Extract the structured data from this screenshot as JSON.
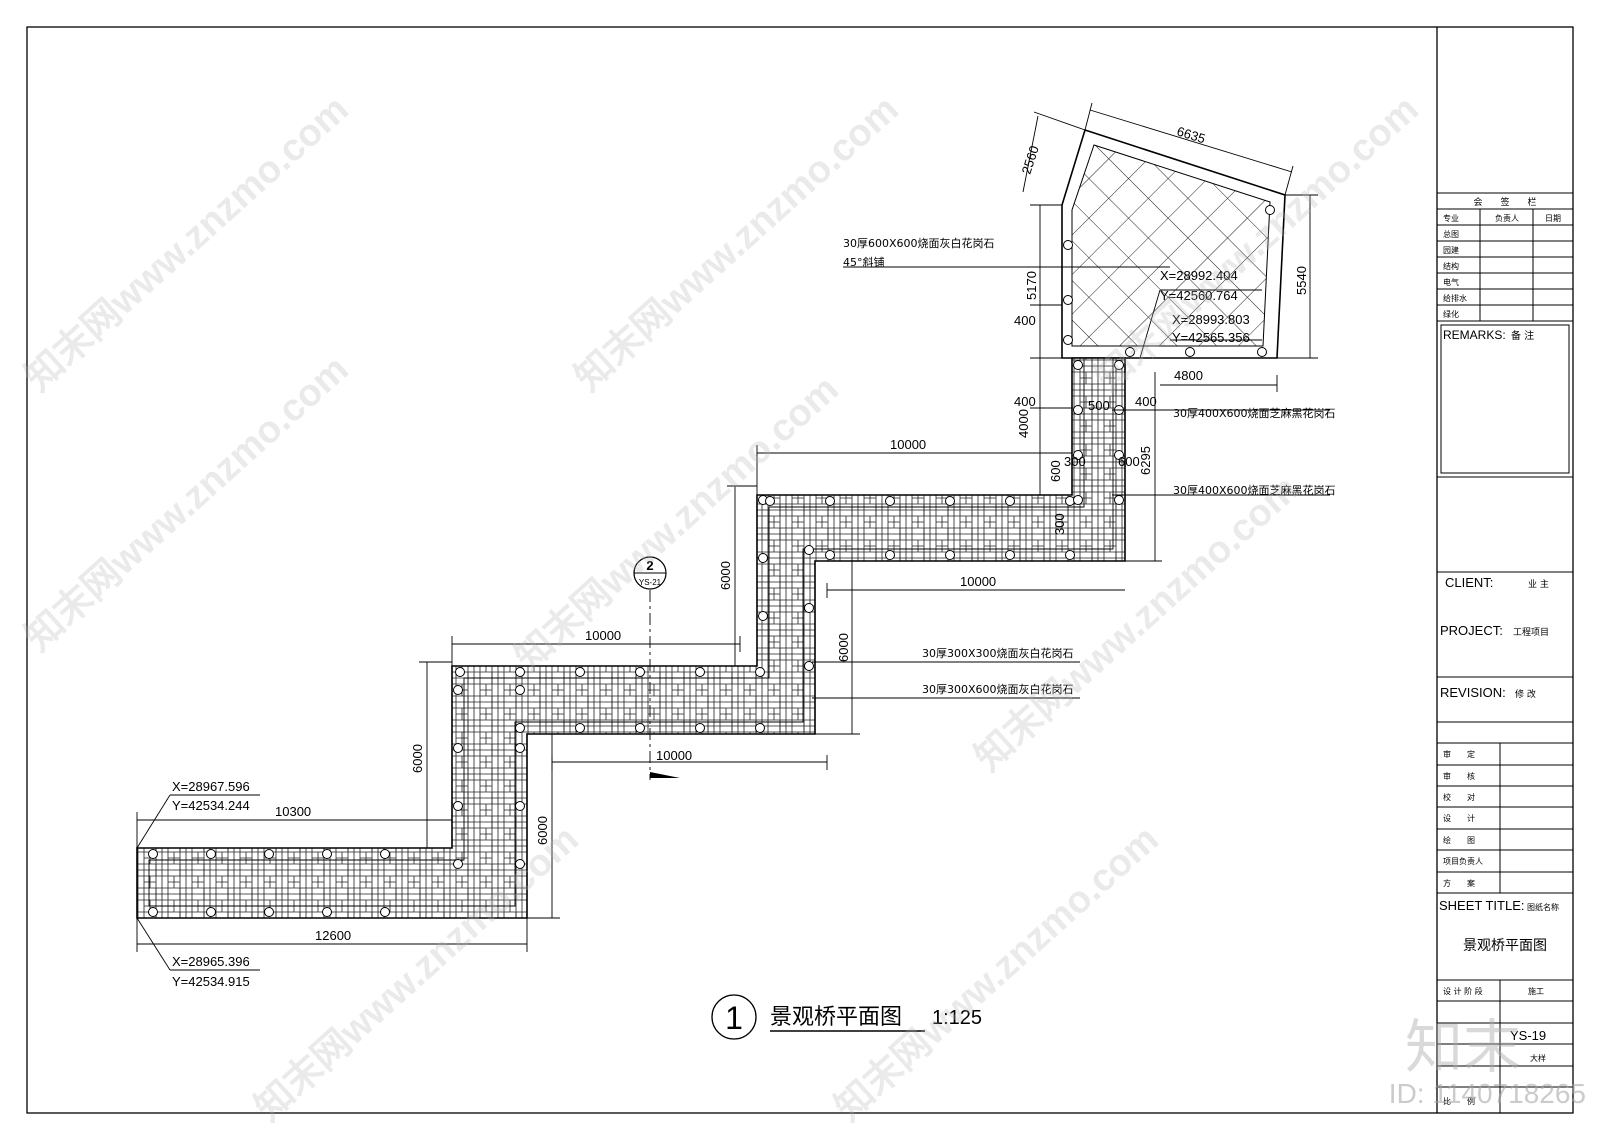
{
  "drawing": {
    "title_number": "1",
    "title": "景观桥平面图",
    "scale": "1:125",
    "section_marker": {
      "number": "2",
      "ref": "YS-21"
    },
    "dimensions": {
      "top_width": "6635",
      "top_left": "2560",
      "top_right": "5540",
      "left_5170": "5170",
      "left_400a": "400",
      "left_400b": "400",
      "left_4000": "4000",
      "right_4800": "4800",
      "right_400": "400",
      "inner_500": "500",
      "right_6295": "6295",
      "d_600a": "600",
      "d_300a": "300",
      "d_600b": "600",
      "d_300b": "300",
      "seg1_10000": "10000",
      "seg1_6000": "6000",
      "seg2_10000": "10000",
      "seg2_6000": "6000",
      "seg3_10000": "10000",
      "seg3_6000": "6000",
      "seg4_10000": "10000",
      "left_6000": "6000",
      "bottom_10300": "10300",
      "bottom_12600": "12600"
    },
    "coordinates": {
      "c1x": "X=28992.404",
      "c1y": "Y=42560.764",
      "c2x": "X=28993.803",
      "c2y": "Y=42565.356",
      "c3x": "X=28967.596",
      "c3y": "Y=42534.244",
      "c4x": "X=28965.396",
      "c4y": "Y=42534.915"
    },
    "notes": {
      "n1": "30厚600X600烧面灰白花岗石",
      "n1b": "45°斜铺",
      "n2": "30厚400X600烧面芝麻黑花岗石",
      "n3": "30厚400X600烧面芝麻黑花岗石",
      "n4": "30厚300X300烧面灰白花岗石",
      "n5": "30厚300X600烧面灰白花岗石"
    }
  },
  "title_block": {
    "sign_header": "会　　签　　栏",
    "col_discipline": "专业",
    "col_person": "负责人",
    "col_date": "日期",
    "disciplines": [
      "总图",
      "园建",
      "结构",
      "电气",
      "给排水",
      "绿化"
    ],
    "remarks_label": "REMARKS:",
    "remarks_cn": "备 注",
    "client_label": "CLIENT:",
    "client_cn": "业 主",
    "project_label": "PROJECT:",
    "project_cn": "工程项目",
    "revision_label": "REVISION:",
    "revision_cn": "修 改",
    "approvals": [
      "审　　定",
      "审　　核",
      "校　　对",
      "设　　计",
      "绘　　图",
      "项目负责人",
      "方　　案"
    ],
    "sheet_title_label": "SHEET TITLE:",
    "sheet_title_cn": "图纸名称",
    "sheet_title_value": "景观桥平面图",
    "stage_label": "设 计 阶 段",
    "stage_value": "施工",
    "sheet_no": "YS-19",
    "type_value": "大样",
    "scale_label": "比　　例"
  },
  "watermark": {
    "text": "知末网www.znzmo.com",
    "id": "ID: 1140718265",
    "logo": "知末"
  }
}
